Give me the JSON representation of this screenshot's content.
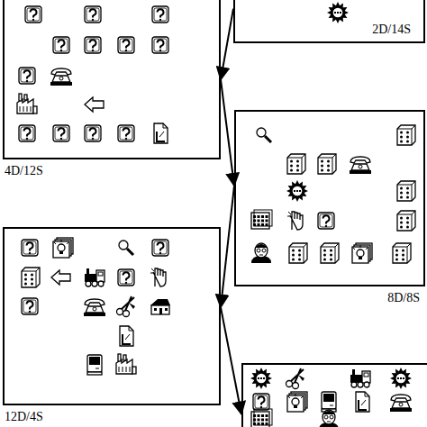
{
  "diagram": {
    "nodes": [
      {
        "text": [
          "2D/14S"
        ]
      },
      {
        "text": [
          "4D/12S"
        ]
      },
      {
        "text": [
          "8D/8S"
        ]
      },
      {
        "text": [
          "12D/4S"
        ]
      },
      {
        "text": []
      }
    ],
    "edges": [
      {
        "from": 0,
        "to": 1,
        "arrow": "to"
      },
      {
        "from": 1,
        "to": 2,
        "arrow": "to"
      },
      {
        "from": 2,
        "to": 3,
        "arrow": "to"
      },
      {
        "from": 3,
        "to": 4,
        "arrow": "to"
      }
    ]
  }
}
